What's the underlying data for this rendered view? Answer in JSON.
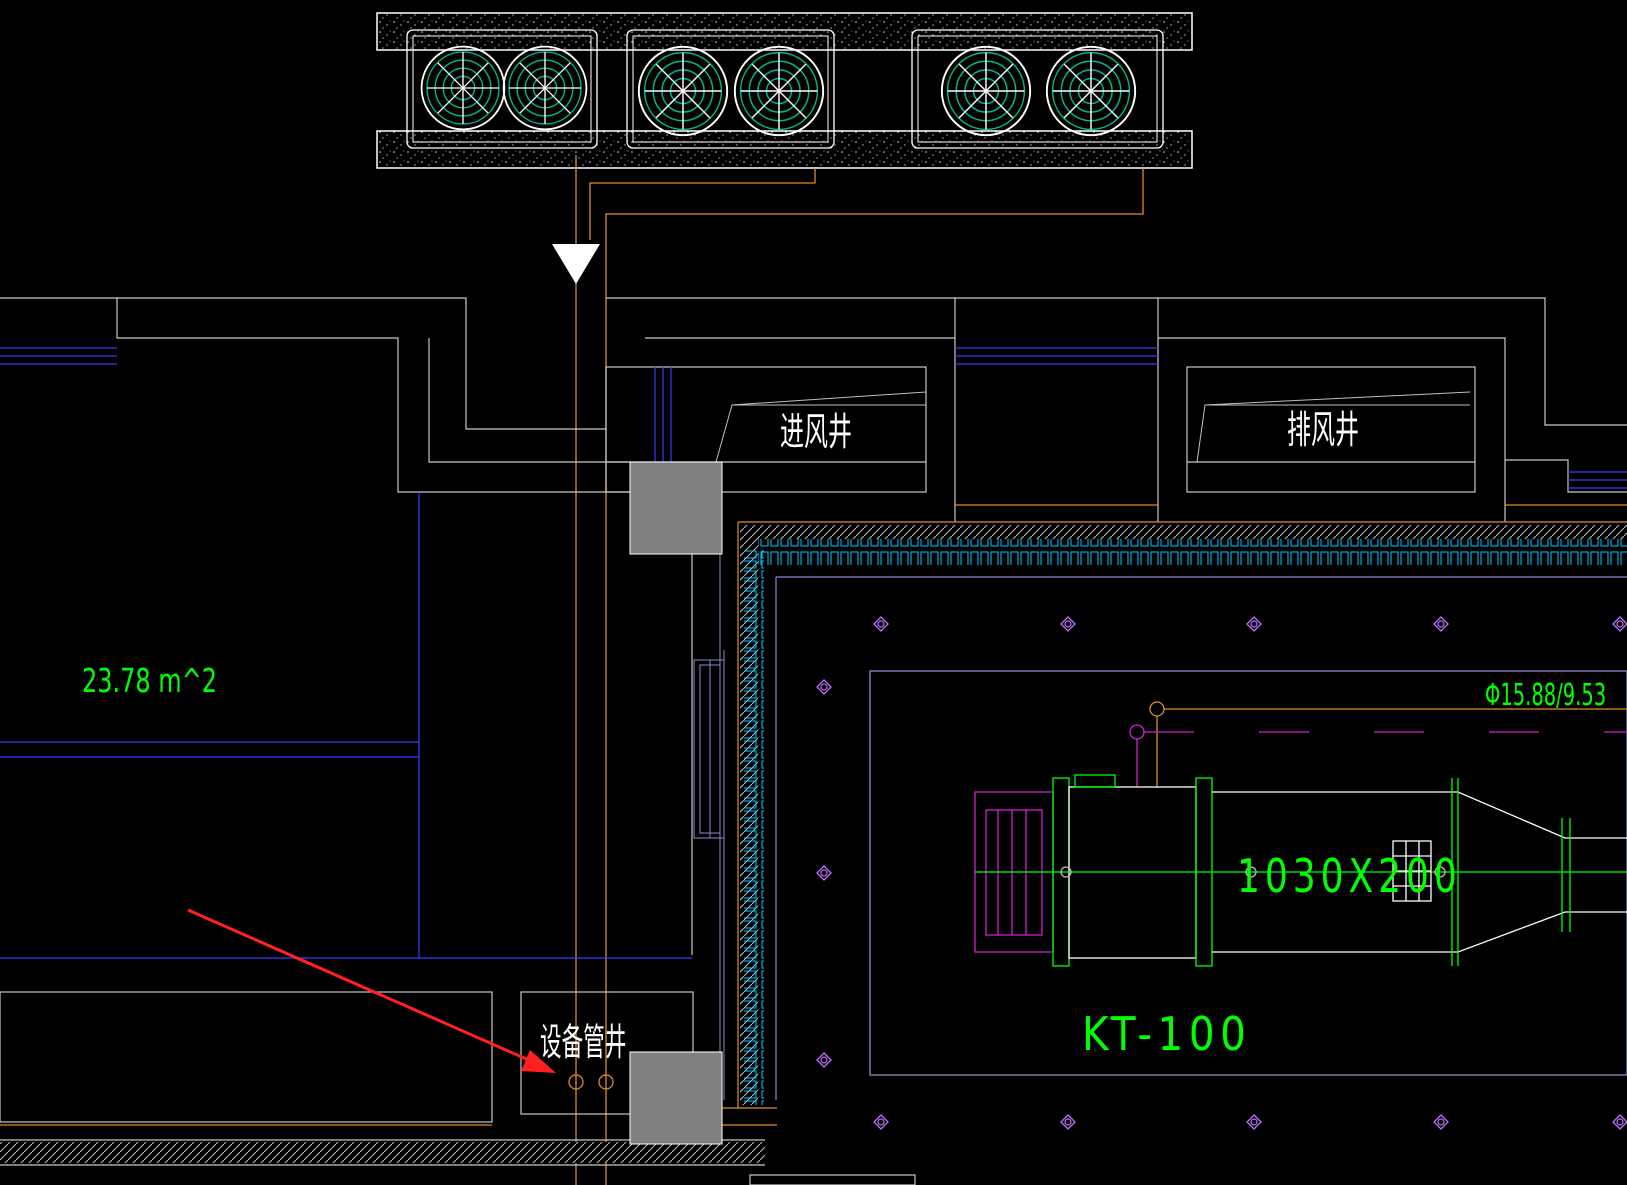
{
  "labels": {
    "intake_shaft": "进风井",
    "exhaust_shaft": "排风井",
    "equipment_shaft": "设备管井",
    "area": "23.78 m^2",
    "pipe_spec": "Φ15.88/9.53",
    "duct_size": "1030X200",
    "unit_tag": "KT-100"
  },
  "colors": {
    "background": "#000000",
    "wall": "#ffffff",
    "inner_line": "#c0c0c0",
    "blue_line": "#3a3aff",
    "orange_line": "#e08a2c",
    "green": "#00ff00",
    "magenta": "#d020d0",
    "cyan": "#00c8ff",
    "teal_fan": "#00b88a",
    "gray_fill": "#808080",
    "arrow": "#ff2020",
    "slate": "#8a8acf"
  },
  "icons": {
    "outdoor_unit_fans": "fan-icon",
    "flow_direction": "triangle-down-icon",
    "annotation_arrow": "arrow-icon",
    "diffuser": "diffuser-icon"
  }
}
